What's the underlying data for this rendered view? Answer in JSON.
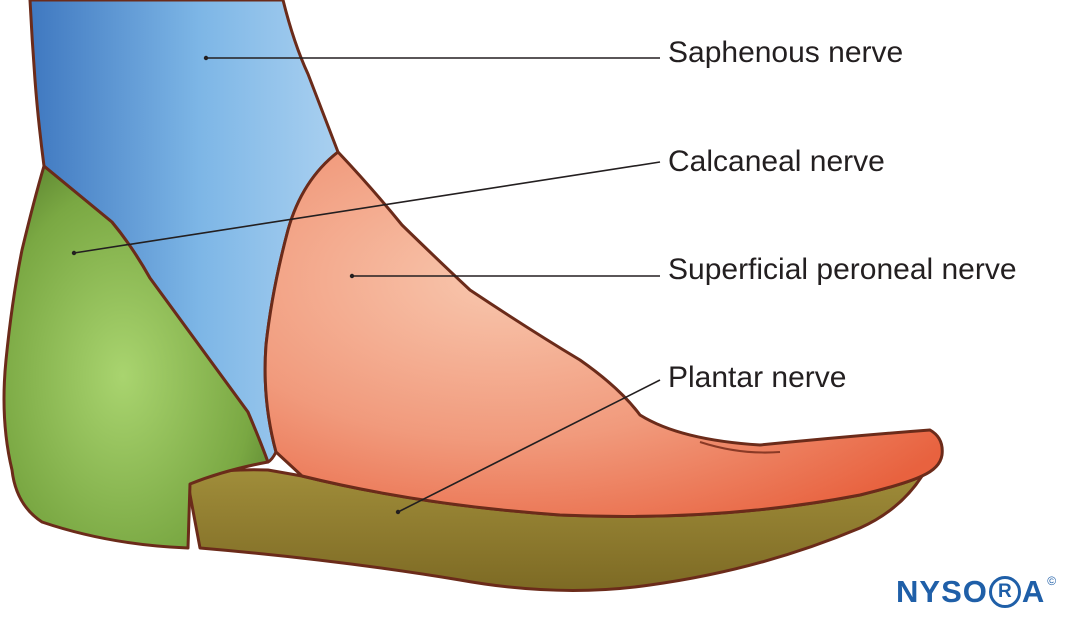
{
  "labels": {
    "saphenous": "Saphenous nerve",
    "calcaneal": "Calcaneal nerve",
    "superficial_peroneal": "Superficial peroneal nerve",
    "plantar": "Plantar nerve"
  },
  "logo": {
    "text_before": "NYSO",
    "ring_letter": "R",
    "text_after": "A",
    "copyright": "©"
  },
  "colors": {
    "saphenous": "#5f9ad6",
    "calcaneal": "#7fae4a",
    "superficial_peroneal": "#ef8a6a",
    "plantar": "#8c7a2c",
    "outline": "#6b2b1a",
    "brand": "#1f5fa8"
  }
}
